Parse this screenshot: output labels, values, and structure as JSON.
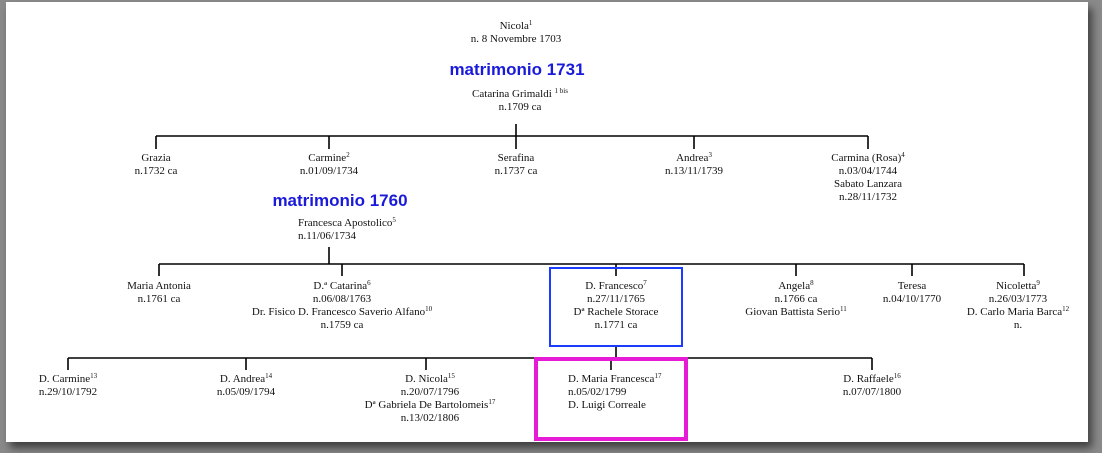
{
  "colors": {
    "marriage": "#1a1adb",
    "blue_box": "#1a3cff",
    "magenta_box": "#e61bd6",
    "line": "#000000"
  },
  "root": {
    "name": "Nicola",
    "name_note": "1",
    "birth": "n. 8 Novembre  1703",
    "marriage": "matrimonio  1731",
    "spouse": "Catarina Grimaldi",
    "spouse_note": "1 bis",
    "spouse_birth": "n.1709 ca"
  },
  "gen1": [
    {
      "name": "Grazia",
      "note": "",
      "birth": "n.1732 ca"
    },
    {
      "name": "Carmine",
      "note": "2",
      "birth": "n.01/09/1734"
    },
    {
      "name": "Serafina",
      "note": "",
      "birth": "n.1737 ca"
    },
    {
      "name": "Andrea",
      "note": "3",
      "birth": "n.13/11/1739"
    },
    {
      "name": "Carmina (Rosa)",
      "note": "4",
      "birth": "n.03/04/1744",
      "spouse": "Sabato Lanzara",
      "spouse_birth": "n.28/11/1732"
    }
  ],
  "carmine_family": {
    "marriage": "matrimonio  1760",
    "spouse": "Francesca Apostolico",
    "spouse_note": "5",
    "spouse_birth": "n.11/06/1734"
  },
  "gen2": [
    {
      "name": "Maria Antonia",
      "note": "",
      "birth": "n.1761 ca"
    },
    {
      "name": "D.ª Catarina",
      "note": "6",
      "birth": "n.06/08/1763",
      "spouse": "Dr. Fisico D. Francesco Saverio Alfano",
      "spouse_note": "10",
      "spouse_birth": "n.1759 ca"
    },
    {
      "name": "D. Francesco",
      "note": "7",
      "birth": "n.27/11/1765",
      "spouse": "Dª Rachele Storace",
      "spouse_note": "",
      "spouse_birth": "n.1771 ca"
    },
    {
      "name": "Angela",
      "note": "8",
      "birth": "n.1766 ca",
      "spouse": "Giovan Battista Serio",
      "spouse_note": "11"
    },
    {
      "name": "Teresa",
      "note": "",
      "birth": "n.04/10/1770"
    },
    {
      "name": "Nicoletta",
      "note": "9",
      "birth": "n.26/03/1773",
      "spouse": "D. Carlo Maria Barca",
      "spouse_note": "12",
      "spouse_birth": "n."
    }
  ],
  "gen3": [
    {
      "name": "D. Carmine",
      "note": "13",
      "birth": "n.29/10/1792"
    },
    {
      "name": "D. Andrea",
      "note": "14",
      "birth": "n.05/09/1794"
    },
    {
      "name": "D. Nicola",
      "note": "15",
      "birth": "n.20/07/1796",
      "spouse": "Dª Gabriela De Bartolomeis",
      "spouse_note": "17",
      "spouse_birth": "n.13/02/1806"
    },
    {
      "name": "D. Maria Francesca",
      "note": "17",
      "birth": "n.05/02/1799",
      "spouse": "D. Luigi Correale"
    },
    {
      "name": "D. Raffaele",
      "note": "16",
      "birth": "n.07/07/1800"
    }
  ]
}
